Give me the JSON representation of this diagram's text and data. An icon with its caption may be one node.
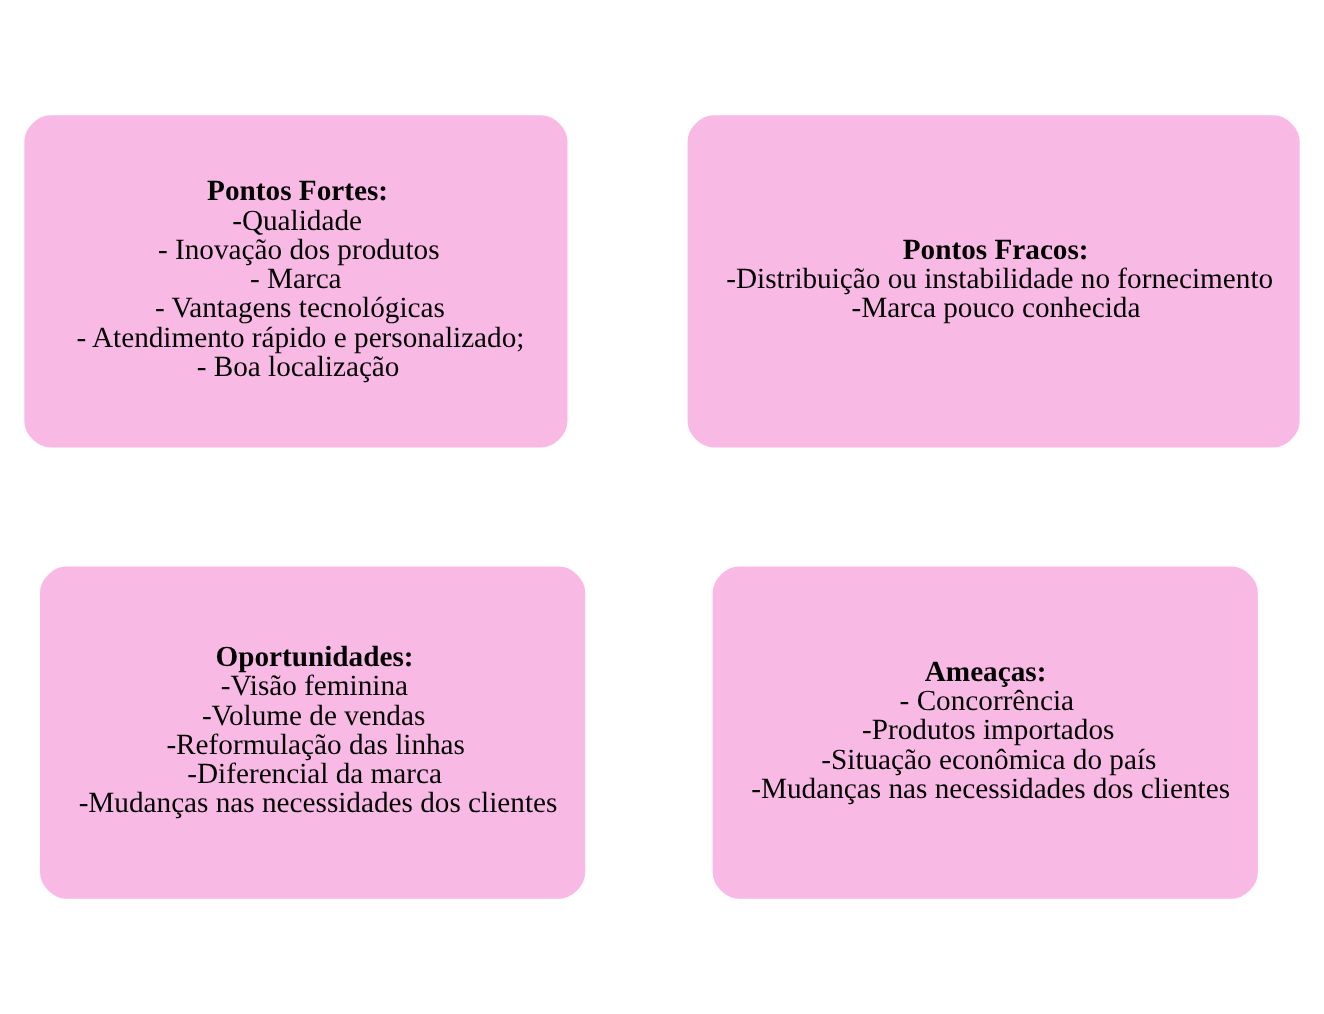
{
  "diagram": {
    "nodes": [
      {
        "text": [
          "Pontos Fortes:",
          "-Qualidade",
          "- Inovação dos produtos",
          "- Marca",
          "- Vantagens tecnológicas",
          "- Atendimento rápido e personalizado;",
          "- Boa localização"
        ]
      },
      {
        "text": [
          "Pontos Fracos:",
          "-Distribuição ou instabilidade no fornecimento",
          "-Marca pouco conhecida"
        ]
      },
      {
        "text": [
          "Oportunidades:",
          "-Visão feminina",
          "-Volume de vendas",
          "-Reformulação das linhas",
          "-Diferencial da marca",
          "-Mudanças nas necessidades dos clientes"
        ]
      },
      {
        "text": [
          "Ameaças:",
          "- Concorrência",
          "-Produtos importados",
          "-Situação econômica do país",
          "-Mudanças nas necessidades dos clientes"
        ]
      }
    ]
  }
}
